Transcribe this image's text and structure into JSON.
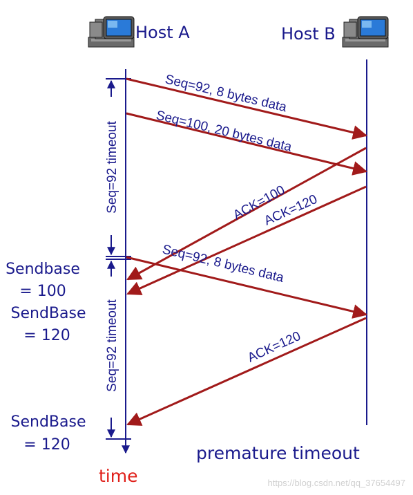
{
  "hosts": {
    "a_label": "Host A",
    "b_label": "Host B"
  },
  "messages": {
    "m1": "Seq=92, 8 bytes data",
    "m2": "Seq=100, 20 bytes data",
    "ack1": "ACK=100",
    "ack2": "ACK=120",
    "m3": "Seq=92, 8 bytes data",
    "ack3": "ACK=120"
  },
  "timers": {
    "t1": "Seq=92 timeout",
    "t2": "Seq=92 timeout"
  },
  "sendbase": {
    "sb1_line1": "Sendbase",
    "sb1_line2": "= 100",
    "sb2_line1": "SendBase",
    "sb2_line2": "= 120",
    "sb3_line1": "SendBase",
    "sb3_line2": "= 120"
  },
  "caption": "premature timeout",
  "time_label": "time",
  "watermark": "https://blog.csdn.net/qq_37654497",
  "colors": {
    "arrow": "#a11a1a",
    "text": "#1a1a8c",
    "time": "#e0201a",
    "line": "#1a1a8c"
  }
}
